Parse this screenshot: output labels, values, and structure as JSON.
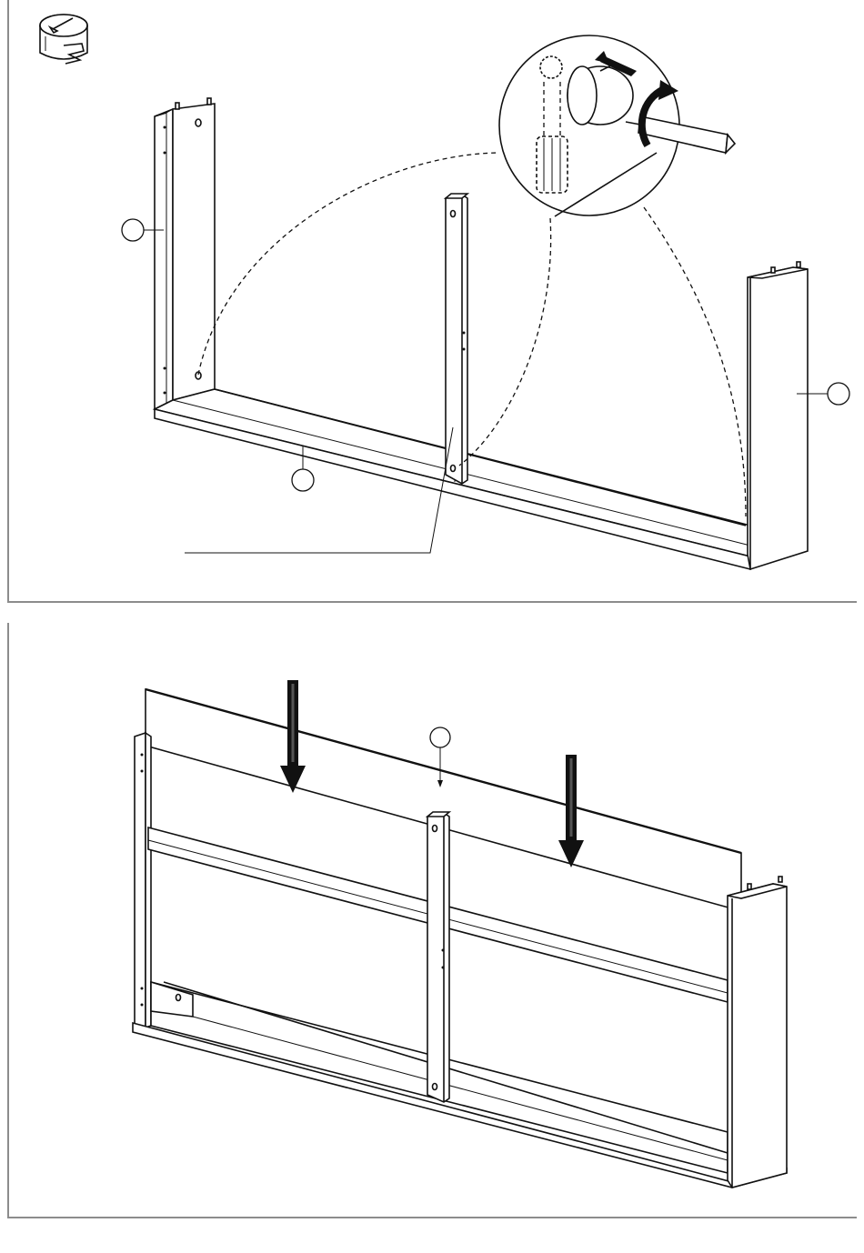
{
  "steps": [
    {
      "id": "step-1",
      "icon": "cam-lock-fitting-icon",
      "parts": [
        {
          "name": "left-side-panel",
          "label": ""
        },
        {
          "name": "bottom-rail",
          "label": ""
        },
        {
          "name": "right-side-panel",
          "label": ""
        }
      ],
      "detail": "cam-lock-tighten-detail"
    },
    {
      "id": "step-2",
      "parts": [
        {
          "name": "back-panel",
          "label": ""
        }
      ],
      "arrows": [
        "down-arrow-icon",
        "down-arrow-icon"
      ]
    }
  ],
  "colors": {
    "line": "#111111",
    "frame": "#8c8c8c",
    "arrow": "#1a1a1a"
  }
}
